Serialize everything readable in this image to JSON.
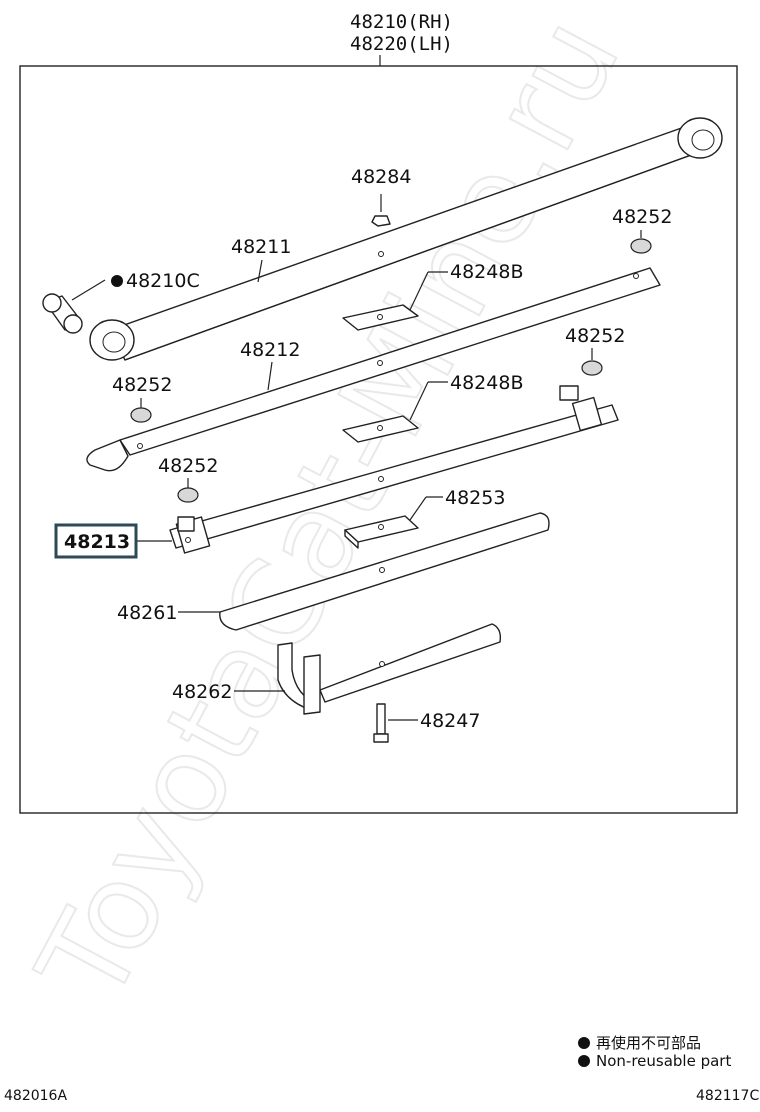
{
  "assembly": {
    "rh": "48210(RH)",
    "lh": "48220(LH)"
  },
  "watermark": "ToyotaCat-Mine.ru",
  "callouts": {
    "bushing": "48210C",
    "leaf1": "48211",
    "leaf2": "48212",
    "leaf3": "48213",
    "nut": "48284",
    "cap_r1": "48252",
    "cap_r2": "48252",
    "cap_l1": "48252",
    "cap_l2": "48252",
    "pad1": "48248B",
    "pad2": "48248B",
    "pad3": "48253",
    "leaf4": "48261",
    "leaf5": "48262",
    "bolt": "48247"
  },
  "legend": {
    "jp": "再使用不可部品",
    "en": "Non-reusable part"
  },
  "codes": {
    "left": "482016A",
    "right": "482117C"
  }
}
